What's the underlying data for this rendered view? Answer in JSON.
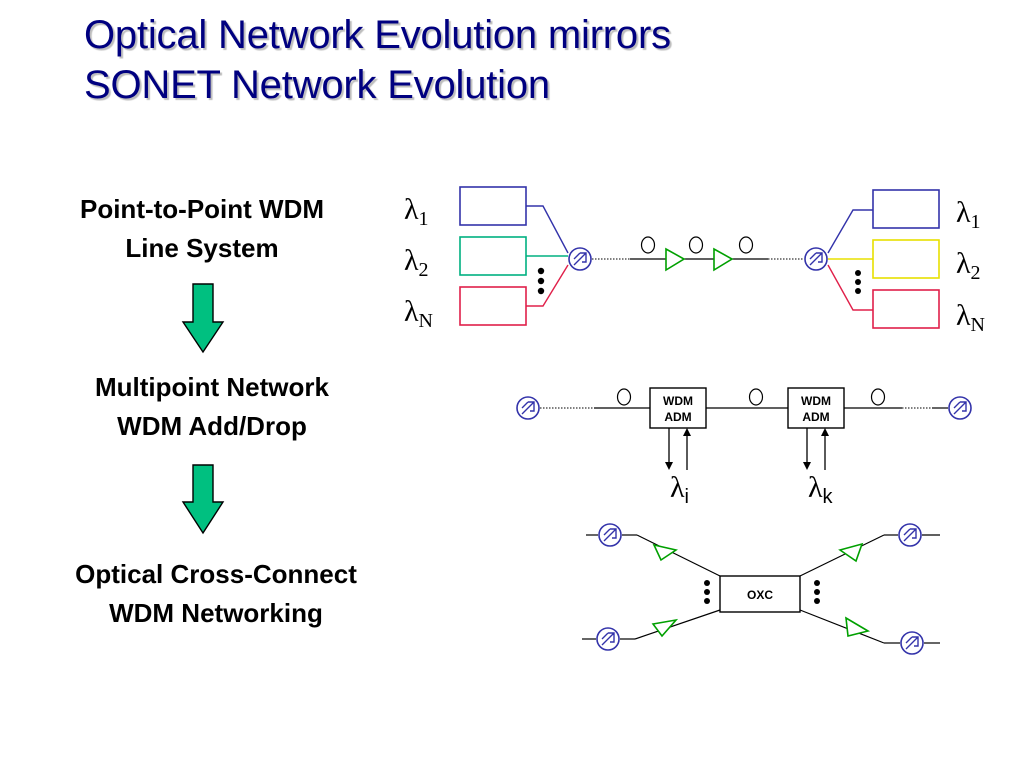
{
  "title": {
    "line1": "Optical Network Evolution mirrors",
    "line2": "SONET Network Evolution"
  },
  "stages": [
    {
      "line1": "Point-to-Point WDM",
      "line2": "Line System"
    },
    {
      "line1": "Multipoint Network",
      "line2": "WDM Add/Drop"
    },
    {
      "line1": "Optical Cross-Connect",
      "line2": "WDM Networking"
    }
  ],
  "p2p": {
    "lambda_symbol": "λ",
    "left_subscripts": [
      "1",
      "2",
      "N"
    ],
    "right_subscripts": [
      "1",
      "2",
      "N"
    ]
  },
  "adm": {
    "box1_line1": "WDM",
    "box1_line2": "ADM",
    "box2_line1": "WDM",
    "box2_line2": "ADM",
    "drop1_sub": "i",
    "drop2_sub": "k"
  },
  "oxc": {
    "label": "OXC"
  },
  "colors": {
    "title": "#000080",
    "arrow": "#00c080",
    "blue": "#3333aa",
    "green": "#00b080",
    "red": "#e0204a",
    "yellow": "#e8e000",
    "amplifier": "#00a000"
  }
}
